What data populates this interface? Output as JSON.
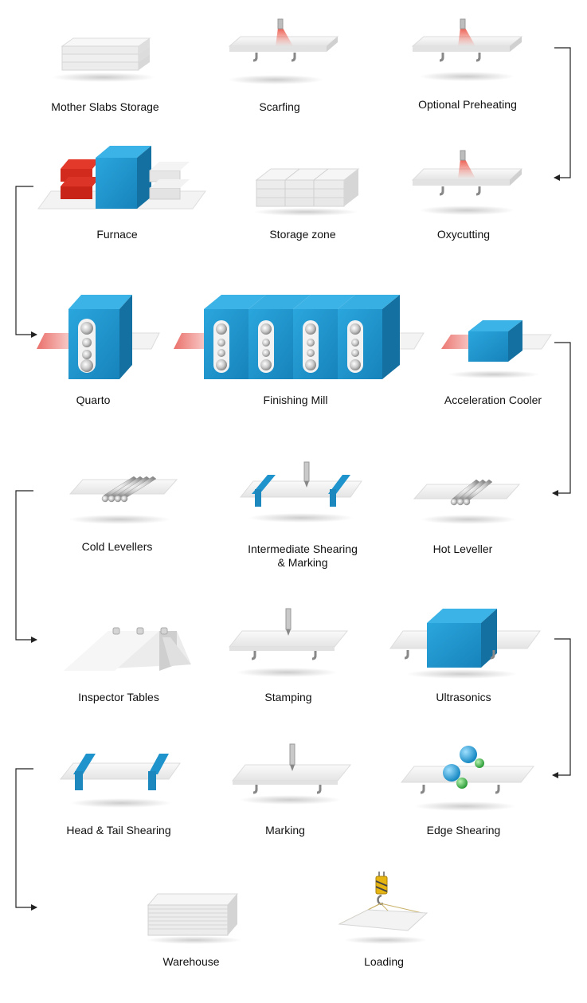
{
  "colors": {
    "blue": "#1f93cc",
    "blue_dark": "#1373a3",
    "red": "#d32418",
    "plate": "#f1f1f1",
    "plate_edge": "#d4d4d4",
    "arrow": "#222222",
    "text": "#111111"
  },
  "stages": [
    {
      "id": "mother-slabs-storage",
      "label": "Mother Slabs Storage",
      "icon": "slab-stack-icon"
    },
    {
      "id": "scarfing",
      "label": "Scarfing",
      "icon": "scarfing-torch-icon"
    },
    {
      "id": "optional-preheating",
      "label": "Optional Preheating",
      "icon": "preheating-torch-icon"
    },
    {
      "id": "furnace",
      "label": "Furnace",
      "icon": "furnace-icon"
    },
    {
      "id": "storage-zone",
      "label": "Storage zone",
      "icon": "storage-blocks-icon"
    },
    {
      "id": "oxycutting",
      "label": "Oxycutting",
      "icon": "oxycutting-torch-icon"
    },
    {
      "id": "quarto",
      "label": "Quarto",
      "icon": "quarto-mill-stand-icon"
    },
    {
      "id": "finishing-mill",
      "label": "Finishing Mill",
      "icon": "finishing-mill-stands-icon"
    },
    {
      "id": "acceleration-cooler",
      "label": "Acceleration Cooler",
      "icon": "cooler-box-icon"
    },
    {
      "id": "cold-levellers",
      "label": "Cold Levellers",
      "icon": "cold-leveller-rollers-icon"
    },
    {
      "id": "intermediate-shearing-marking",
      "label": "Intermediate Shearing & Marking",
      "icon": "shear-blades-marker-icon"
    },
    {
      "id": "hot-leveller",
      "label": "Hot Leveller",
      "icon": "hot-leveller-rollers-icon"
    },
    {
      "id": "inspector-tables",
      "label": "Inspector Tables",
      "icon": "inspection-table-icon"
    },
    {
      "id": "stamping",
      "label": "Stamping",
      "icon": "stamping-pin-icon"
    },
    {
      "id": "ultrasonics",
      "label": "Ultrasonics",
      "icon": "ultrasonic-box-icon"
    },
    {
      "id": "head-tail-shearing",
      "label": "Head & Tail Shearing",
      "icon": "shear-blades-icon"
    },
    {
      "id": "marking",
      "label": "Marking",
      "icon": "marking-pin-icon"
    },
    {
      "id": "edge-shearing",
      "label": "Edge Shearing",
      "icon": "edge-shear-discs-icon"
    },
    {
      "id": "warehouse",
      "label": "Warehouse",
      "icon": "warehouse-stack-icon"
    },
    {
      "id": "loading",
      "label": "Loading",
      "icon": "crane-hook-icon"
    }
  ],
  "connectors": [
    {
      "from": "optional-preheating",
      "to": "oxycutting",
      "side": "right"
    },
    {
      "from": "furnace",
      "to": "quarto",
      "side": "left"
    },
    {
      "from": "acceleration-cooler",
      "to": "hot-leveller",
      "side": "right"
    },
    {
      "from": "cold-levellers",
      "to": "inspector-tables",
      "side": "left"
    },
    {
      "from": "ultrasonics",
      "to": "edge-shearing",
      "side": "right"
    },
    {
      "from": "head-tail-shearing",
      "to": "warehouse",
      "side": "left"
    }
  ]
}
